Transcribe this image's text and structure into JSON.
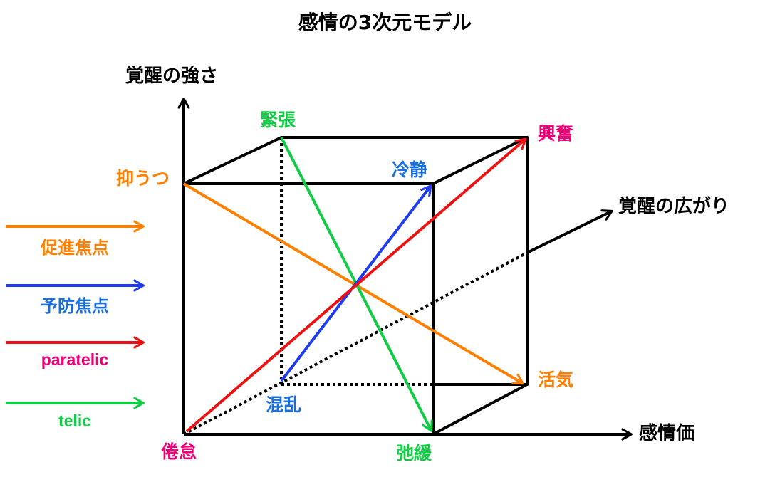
{
  "title": "感情の3次元モデル",
  "axes": {
    "vertical": "覚醒の強さ",
    "horizontal": "感情価",
    "depth": "覚醒の広がり"
  },
  "vertices": {
    "kincho": "緊張",
    "kofun": "興奮",
    "reisei": "冷静",
    "yokuutsu": "抑うつ",
    "kappatsu": "活気",
    "konran": "混乱",
    "kentai": "倦怠",
    "shikan": "弛緩"
  },
  "legend": [
    {
      "label": "促進焦点",
      "color": "#ff8000"
    },
    {
      "label": "予防焦点",
      "color": "#1f3cf0"
    },
    {
      "label": "paratelic",
      "color": "#ee1111"
    },
    {
      "label": "telic",
      "color": "#11cc44"
    }
  ],
  "colors": {
    "orange": "#ff8000",
    "blue": "#1f3cf0",
    "red": "#ee1111",
    "green": "#11cc44",
    "pink": "#ee0077",
    "cyan_blue": "#1a6fe0"
  }
}
